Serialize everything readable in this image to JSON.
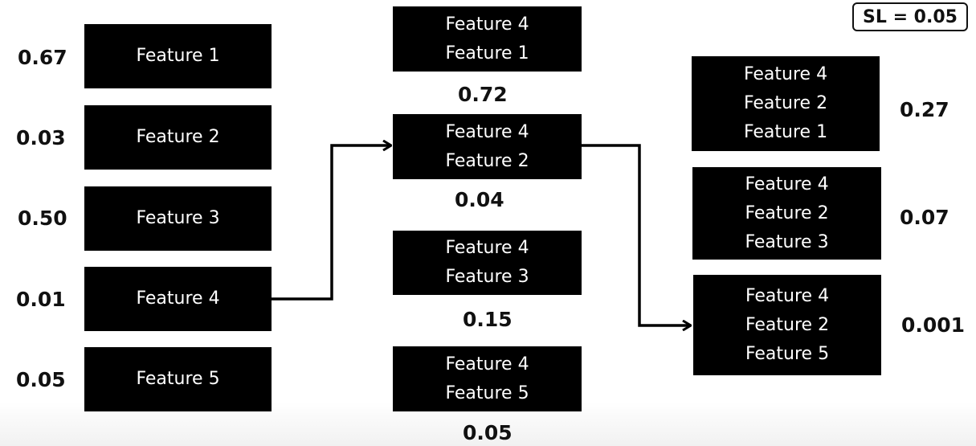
{
  "significance_level": "SL = 0.05",
  "columns": [
    {
      "items": [
        {
          "lines": [
            "Feature 1"
          ],
          "p": "0.67"
        },
        {
          "lines": [
            "Feature 2"
          ],
          "p": "0.03"
        },
        {
          "lines": [
            "Feature 3"
          ],
          "p": "0.50"
        },
        {
          "lines": [
            "Feature 4"
          ],
          "p": "0.01"
        },
        {
          "lines": [
            "Feature 5"
          ],
          "p": "0.05"
        }
      ]
    },
    {
      "items": [
        {
          "lines": [
            "Feature 4",
            "Feature 1"
          ],
          "p": "0.72"
        },
        {
          "lines": [
            "Feature 4",
            "Feature 2"
          ],
          "p": "0.04"
        },
        {
          "lines": [
            "Feature 4",
            "Feature 3"
          ],
          "p": "0.15"
        },
        {
          "lines": [
            "Feature 4",
            "Feature 5"
          ],
          "p": "0.05"
        }
      ]
    },
    {
      "items": [
        {
          "lines": [
            "Feature 4",
            "Feature 2",
            "Feature 1"
          ],
          "p": "0.27"
        },
        {
          "lines": [
            "Feature 4",
            "Feature 2",
            "Feature 3"
          ],
          "p": "0.07"
        },
        {
          "lines": [
            "Feature 4",
            "Feature 2",
            "Feature 5"
          ],
          "p": "0.001"
        }
      ]
    }
  ]
}
